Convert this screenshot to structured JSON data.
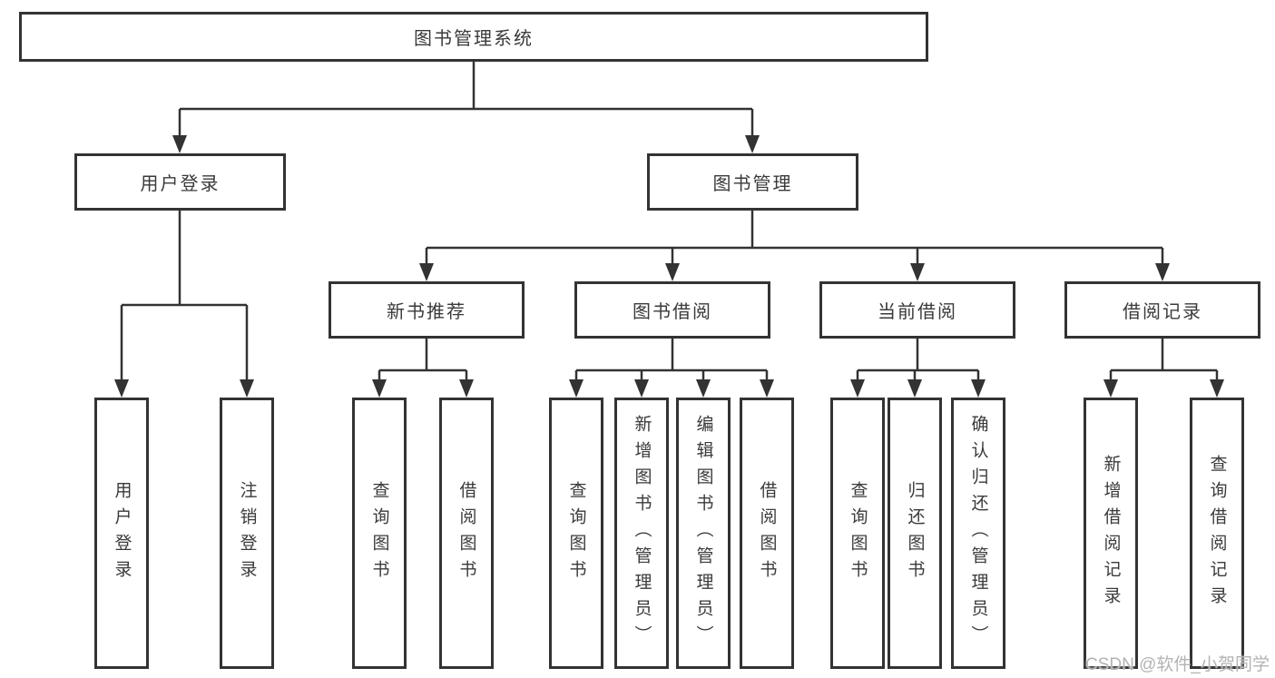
{
  "diagram": {
    "nodes": {
      "root": "图书管理系统",
      "userLogin": "用户登录",
      "bookMgmt": "图书管理",
      "newBookRec": "新书推荐",
      "bookBorrow": "图书借阅",
      "currentBorrow": "当前借阅",
      "borrowRecord": "借阅记录",
      "leafUserLogin": "用户登录",
      "leafLogout": "注销登录",
      "leafQueryBook1": "查询图书",
      "leafBorrowBook1": "借阅图书",
      "leafQueryBook2": "查询图书",
      "leafAddBook": "新增图书（管理员）",
      "leafEditBook": "编辑图书（管理员）",
      "leafBorrowBook2": "借阅图书",
      "leafQueryBook3": "查询图书",
      "leafReturnBook": "归还图书",
      "leafConfirmReturn": "确认归还（管理员）",
      "leafAddRecord": "新增借阅记录",
      "leafQueryRecord": "查询借阅记录"
    },
    "line_color": "#333333",
    "background_color": "#ffffff"
  },
  "watermark": "CSDN @软件_小贺同学"
}
